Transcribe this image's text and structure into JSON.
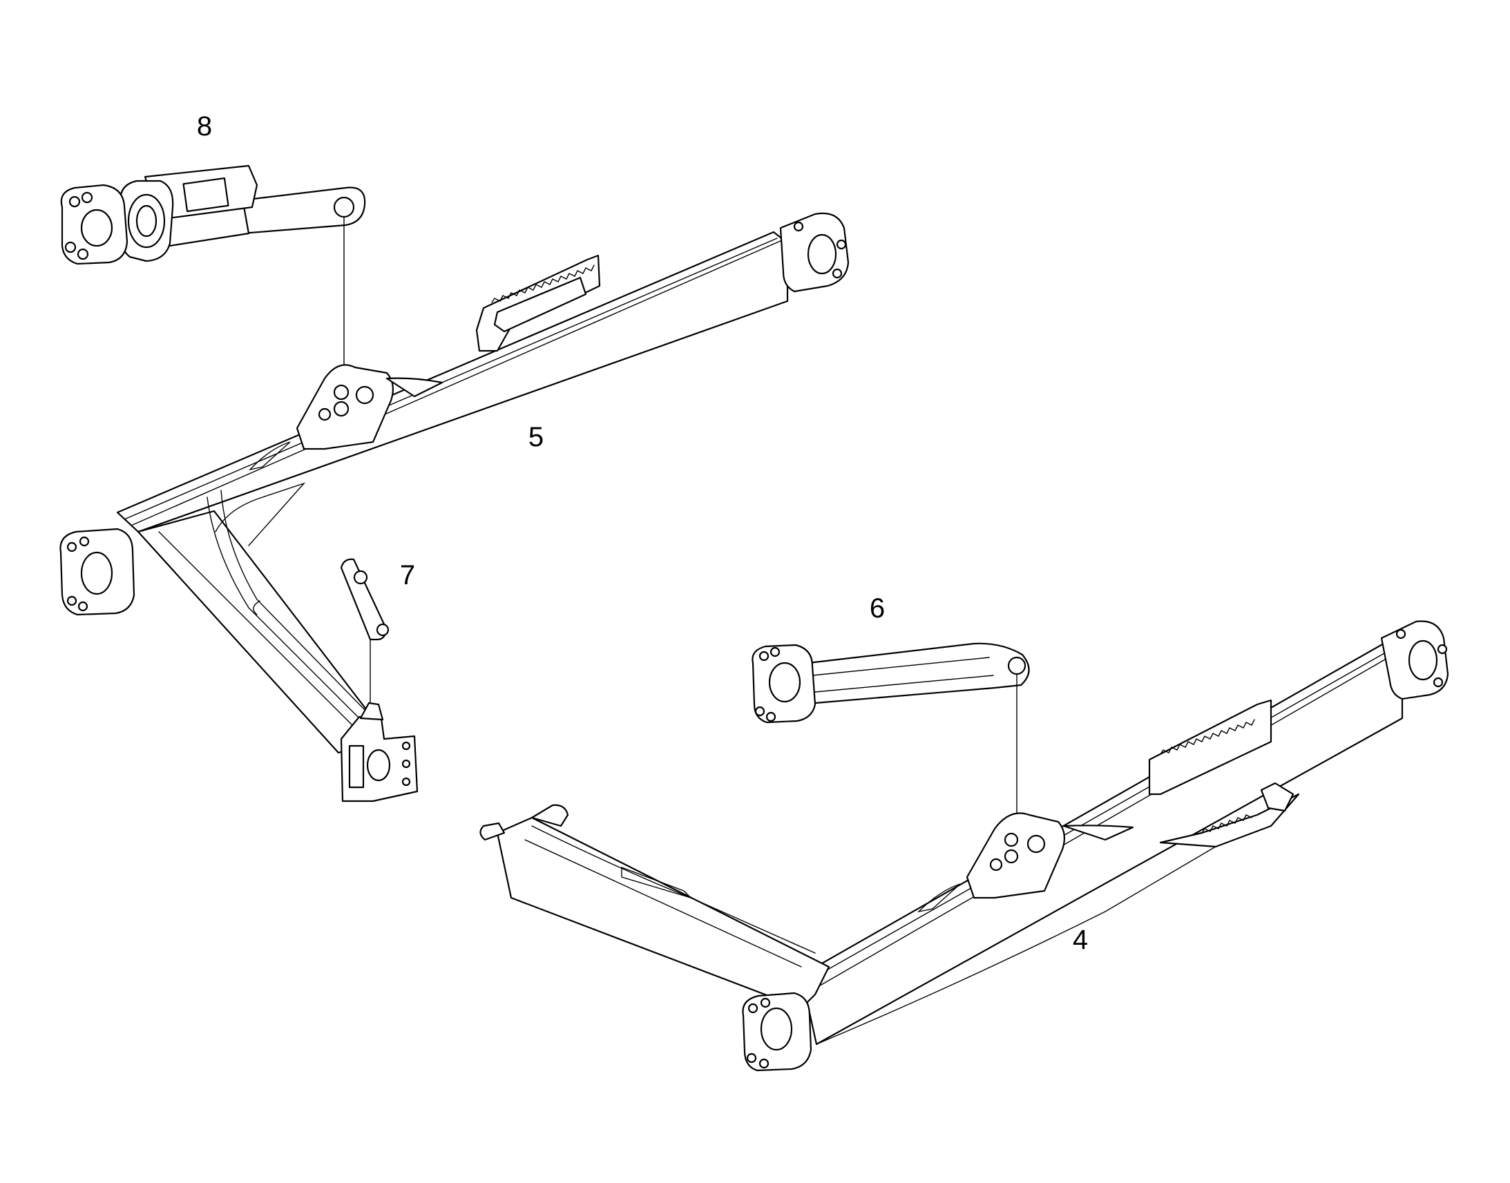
{
  "callouts": {
    "part_4": "4",
    "part_5": "5",
    "part_6": "6",
    "part_7": "7",
    "part_8": "8"
  },
  "colors": {
    "line": "#000000",
    "background": "#ffffff"
  }
}
